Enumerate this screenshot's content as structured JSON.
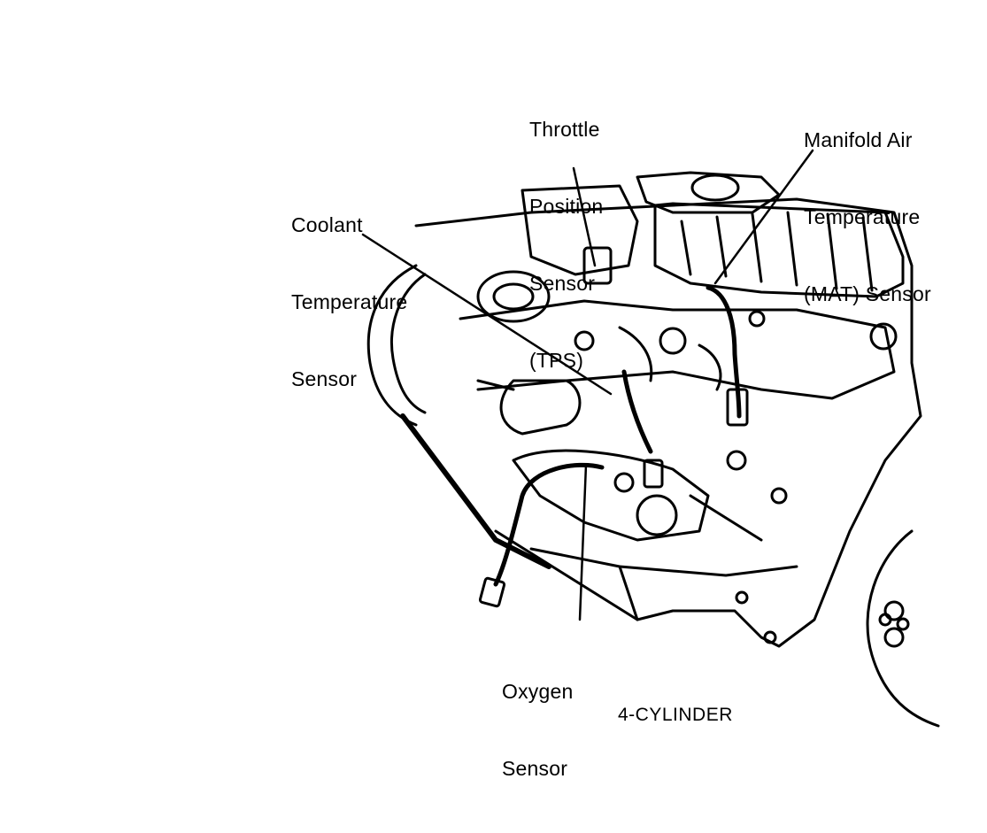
{
  "diagram": {
    "caption": "4-CYLINDER",
    "labels": {
      "tps": [
        "Throttle",
        "Position",
        "Sensor",
        "(TPS)"
      ],
      "mat": [
        "Manifold Air",
        "Temperature",
        "(MAT) Sensor"
      ],
      "coolant": [
        "Coolant",
        "Temperature",
        "Sensor"
      ],
      "oxygen": [
        "Oxygen",
        "Sensor"
      ]
    },
    "colors": {
      "ink": "#000000",
      "paper": "#ffffff"
    }
  }
}
